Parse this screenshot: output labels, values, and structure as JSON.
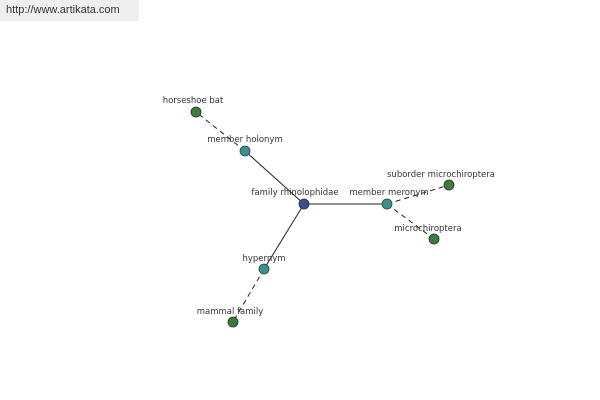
{
  "site_url": "http://www.artikata.com",
  "colors": {
    "center_node": "#3d4f8a",
    "relation_node": "#3f8f8a",
    "leaf_node": "#3f7a3f",
    "edge": "#222222"
  },
  "graph": {
    "center": {
      "label": "family rhinolophidae",
      "icon": "center-node"
    },
    "relations": [
      {
        "label": "member holonym",
        "target": "horseshoe bat"
      },
      {
        "label": "member meronym",
        "targets": [
          "suborder microchiroptera",
          "microchiroptera"
        ]
      },
      {
        "label": "hypernym",
        "target": "mammal family"
      }
    ]
  }
}
